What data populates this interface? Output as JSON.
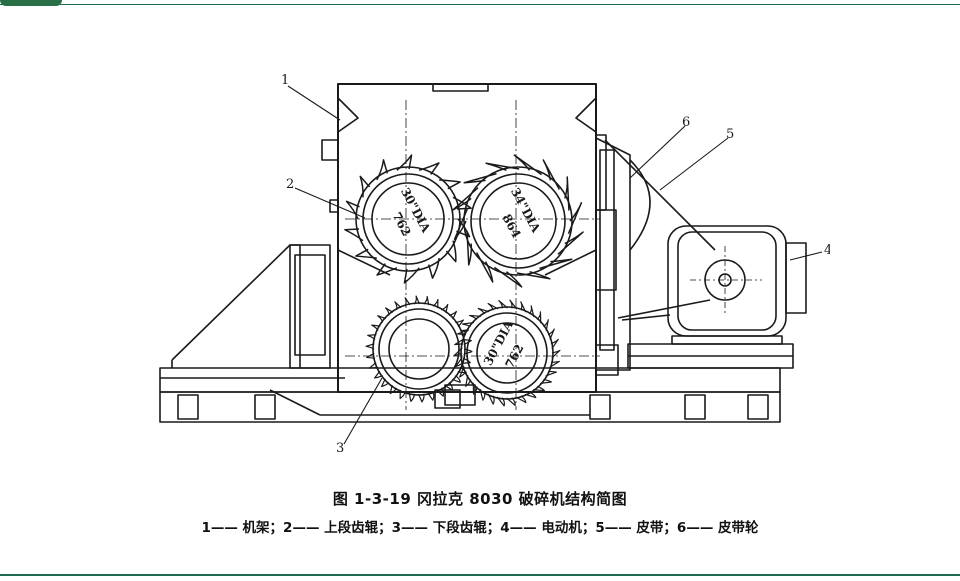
{
  "figure": {
    "caption": "图 1-3-19    冈拉克 8030 破碎机结构简图",
    "legend": "1—— 机架；2—— 上段齿辊；3—— 下段齿辊；4—— 电动机；5—— 皮带；6—— 皮带轮",
    "callouts": [
      "1",
      "2",
      "3",
      "4",
      "5",
      "6"
    ],
    "rolls": [
      {
        "line1": "30\"DIA",
        "line2": "762"
      },
      {
        "line1": "34\"DIA",
        "line2": "864"
      },
      {
        "line1": "30\"DIA",
        "line2": "762"
      }
    ]
  },
  "colors": {
    "ink": "#1a1a1a",
    "accent": "#1f6b4f"
  }
}
